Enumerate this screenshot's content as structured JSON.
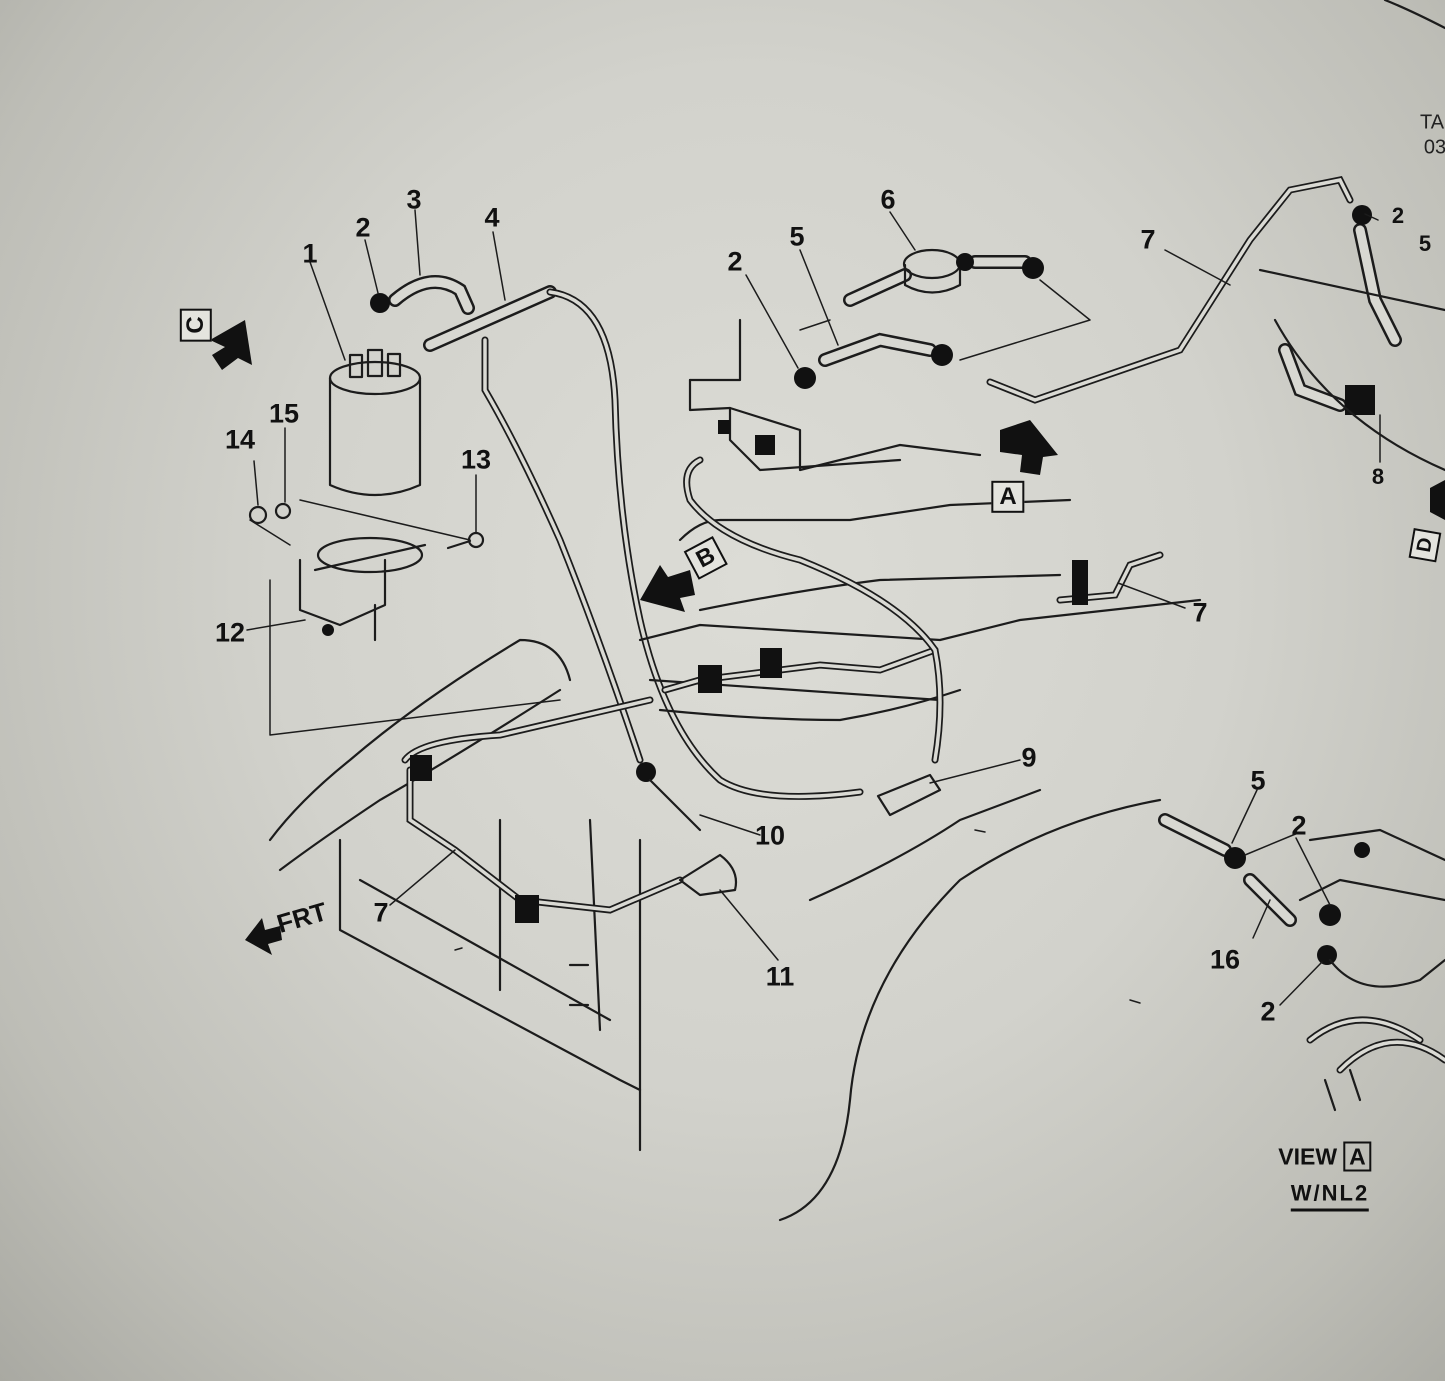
{
  "callouts": {
    "c1": "1",
    "c2a": "2",
    "c3": "3",
    "c4": "4",
    "c2b": "2",
    "c5a": "5",
    "c6": "6",
    "c7a": "7",
    "c2c": "2",
    "c5b": "5",
    "c8": "8",
    "c14": "14",
    "c15": "15",
    "c13": "13",
    "c12": "12",
    "c7b": "7",
    "c9": "9",
    "c10": "10",
    "c11": "11",
    "c7c": "7",
    "c5c": "5",
    "c2d": "2",
    "c16": "16",
    "c2e": "2"
  },
  "view_refs": {
    "a": "A",
    "b": "B",
    "c": "C",
    "d": "D"
  },
  "front_label": "FRT",
  "detail_view": {
    "label": "VIEW",
    "ref": "A",
    "sub": "W/NL2"
  },
  "corner_text": {
    "line1": "TA",
    "line2": "03"
  },
  "colors": {
    "ink": "#1c1c1c",
    "paper": "#d6d6d0"
  },
  "icons": [
    "view-arrow-icon",
    "front-arrow-icon"
  ]
}
